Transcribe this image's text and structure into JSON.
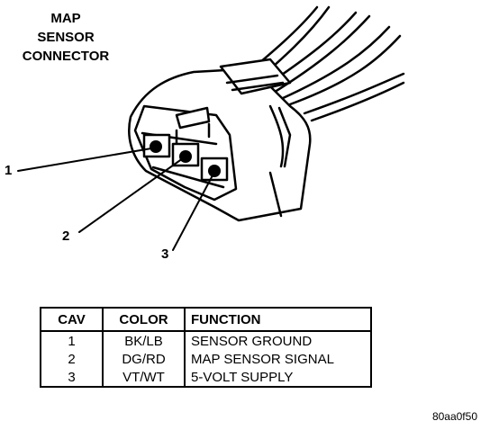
{
  "diagram": {
    "title_lines": [
      "MAP",
      "SENSOR",
      "CONNECTOR"
    ],
    "callouts": [
      "1",
      "2",
      "3"
    ]
  },
  "table": {
    "headers": [
      "CAV",
      "COLOR",
      "FUNCTION"
    ],
    "rows": [
      {
        "cav": "1",
        "color": "BK/LB",
        "function": "SENSOR GROUND"
      },
      {
        "cav": "2",
        "color": "DG/RD",
        "function": "MAP SENSOR SIGNAL"
      },
      {
        "cav": "3",
        "color": "VT/WT",
        "function": "5-VOLT SUPPLY"
      }
    ]
  },
  "figure_id": "80aa0f50"
}
